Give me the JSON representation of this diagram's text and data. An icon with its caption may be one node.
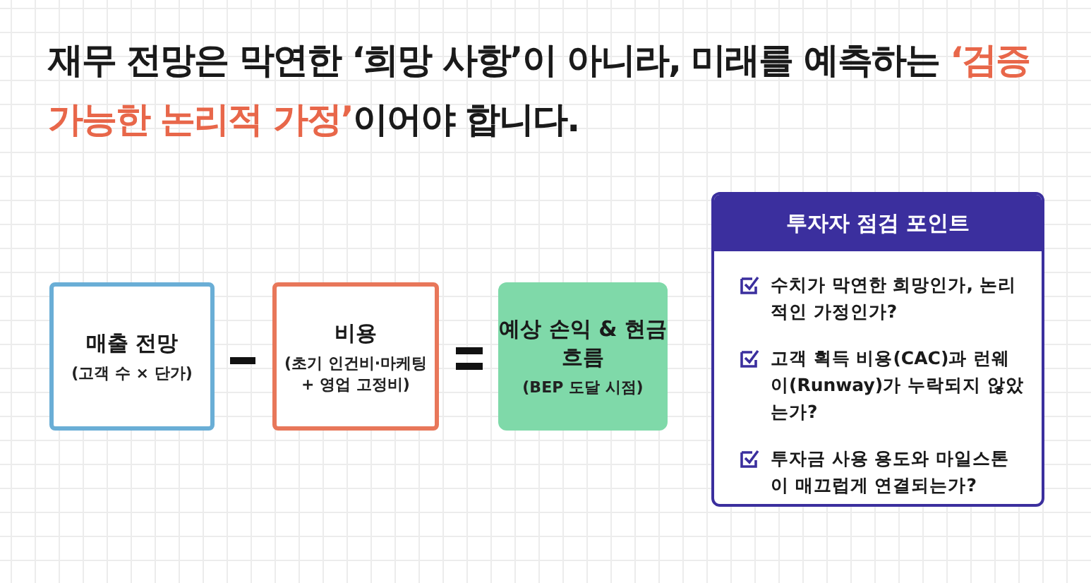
{
  "diagram": {
    "title": "재무 전망은 막연한 ‘희망 사항’이 아니라, 미래를 예측하는 **‘검증 가능한 논리적 가정’**이어야 합니다.",
    "nodes": [
      {
        "text": [
          "매출 전망",
          "(고객 수 × 단가)"
        ]
      },
      {
        "text": [
          "비용",
          "(초기 인건비·마케팅 + 영업 고정비)"
        ]
      },
      {
        "text": [
          "예상 손익 & 현금흐름",
          "(BEP 도달 시점)"
        ]
      },
      {
        "text": [
          "투자자 점검 포인트",
          "수치가 막연한 희망인가, 논리적인 가정인가?",
          "고객 획득 비용(CAC)과 런웨이(Runway)가 누락되지 않았는가?",
          "투자금 사용 용도와 마일스톤이 매끄럽게 연결되는가?"
        ]
      }
    ]
  }
}
